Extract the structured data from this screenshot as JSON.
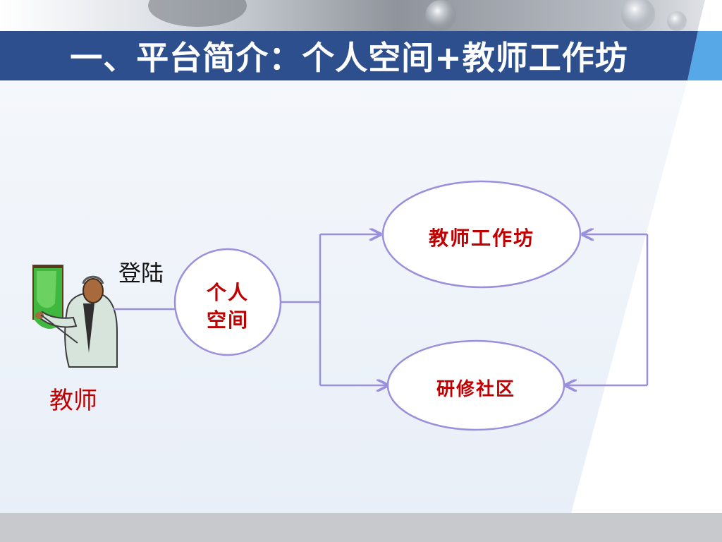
{
  "slide": {
    "title": "一、平台简介：个人空间+教师工作坊"
  },
  "diagram": {
    "actor_label": "教师",
    "edge_label": "登陆",
    "nodes": {
      "personal_space_line1": "个人",
      "personal_space_line2": "空间",
      "teacher_workshop": "教师工作坊",
      "research_community": "研修社区"
    }
  },
  "colors": {
    "title_bar": "#2e4f8e",
    "accent_blue": "#56a8e6",
    "connector": "#9a8fdc",
    "node_text": "#c00000",
    "content_bg": "#eef3fa",
    "footer_bar": "#c8c9cc"
  },
  "icons": {
    "actor": "teacher-pointing-at-board-clipart"
  }
}
